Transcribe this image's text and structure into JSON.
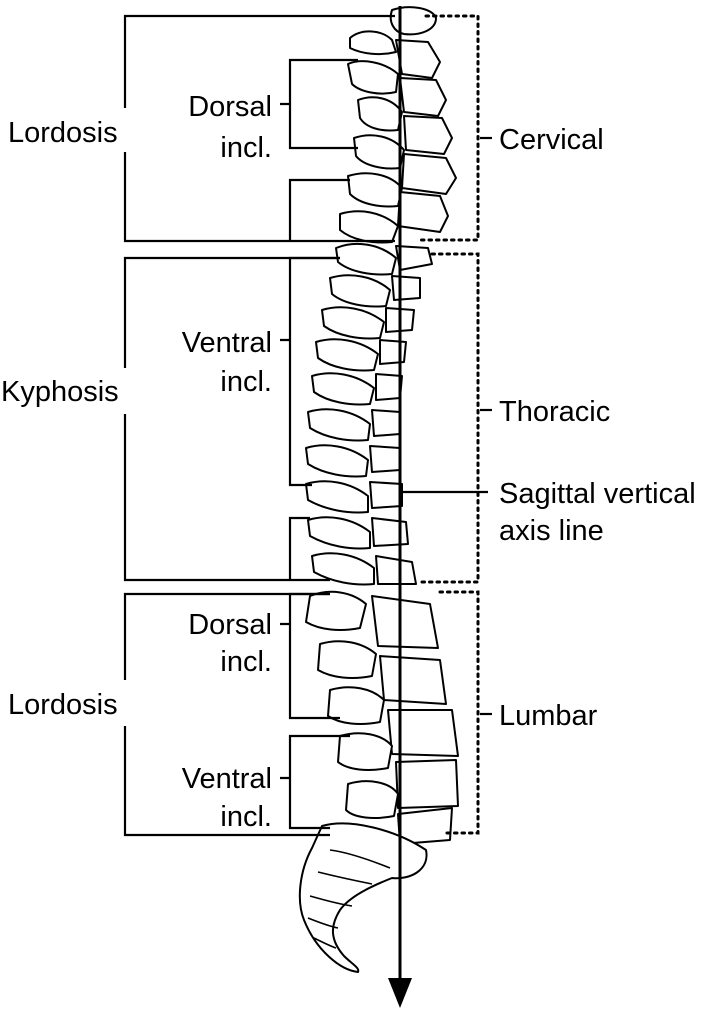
{
  "left_regions": [
    {
      "label": "Lordosis"
    },
    {
      "label": "Kyphosis"
    },
    {
      "label": "Lordosis"
    }
  ],
  "inclinations": [
    {
      "line1": "Dorsal",
      "line2": "incl."
    },
    {
      "line1": "Ventral",
      "line2": "incl."
    },
    {
      "line1": "Dorsal",
      "line2": "incl."
    },
    {
      "line1": "Ventral",
      "line2": "incl."
    }
  ],
  "right_regions": [
    {
      "label": "Cervical"
    },
    {
      "label": "Thoracic"
    },
    {
      "label": "Lumbar"
    }
  ],
  "axis_label": {
    "line1": "Sagittal vertical",
    "line2": "axis line"
  },
  "colors": {
    "ink": "#000000",
    "background": "#ffffff"
  }
}
